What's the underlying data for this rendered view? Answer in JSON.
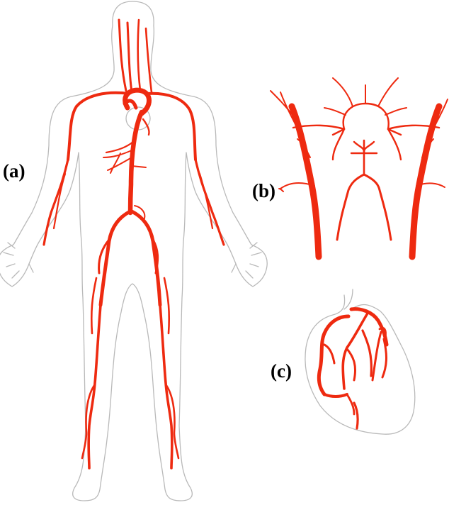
{
  "labels": {
    "a": "(a)",
    "b": "(b)",
    "c": "(c)"
  },
  "colors": {
    "artery": "#ee2a10",
    "outline": "#b9b9b9",
    "label_text": "#000000"
  }
}
